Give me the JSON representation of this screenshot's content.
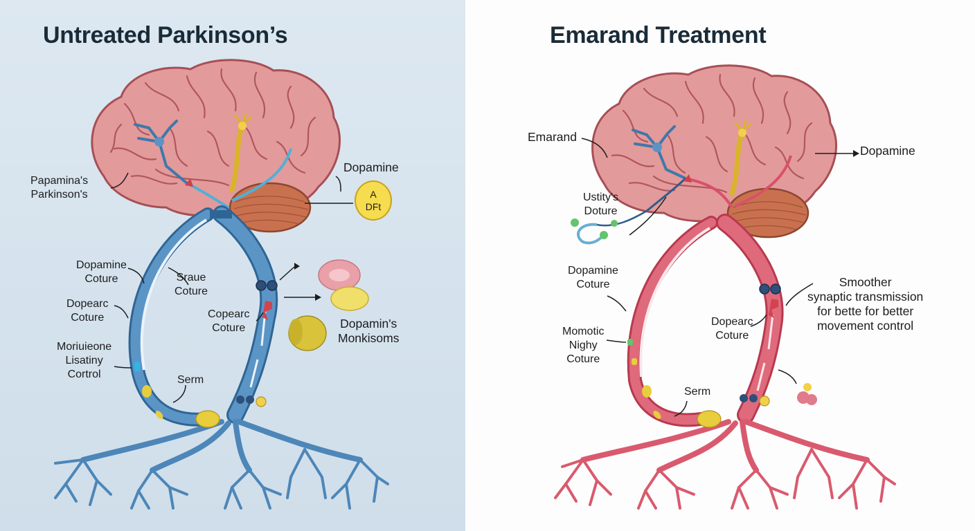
{
  "left_panel": {
    "title": "Untreated Parkinson’s",
    "colors": {
      "background": "#d5e3ee",
      "pathway": "#4d86b8",
      "brain": "#e39a9b"
    },
    "labels": {
      "papamina_line1": "Papamina's",
      "papamina_line2": "Parkinson's",
      "dopamine": "Dopamine",
      "badge_line1": "A",
      "badge_line2": "DFt",
      "dopamine_coture_line1": "Dopamine",
      "dopamine_coture_line2": "Coture",
      "sraue_line1": "Sraue",
      "sraue_line2": "Coture",
      "dopearc_line1": "Dopearc",
      "dopearc_line2": "Coture",
      "copearc_line1": "Copearc",
      "copearc_line2": "Coture",
      "dopamins_line1": "Dopamin's",
      "dopamins_line2": "Monkisoms",
      "moriuieone_line1": "Moriuieone",
      "moriuieone_line2": "Lisatiny",
      "moriuieone_line3": "Cortrol",
      "serm": "Serm"
    }
  },
  "right_panel": {
    "title": "Emarand Treatment",
    "colors": {
      "background": "#fdfdfd",
      "pathway": "#d95a6e",
      "brain": "#e39a9b"
    },
    "labels": {
      "emarand": "Emarand",
      "dopamine": "Dopamine",
      "ustity_line1": "Ustity's",
      "ustity_line2": "Doture",
      "dopamine_coture_line1": "Dopamine",
      "dopamine_coture_line2": "Coture",
      "smoother_line1": "Smoother",
      "smoother_line2": "synaptic transmission",
      "smoother_line3": "for bette for better",
      "smoother_line4": "movement control",
      "dopearc_line1": "Dopearc",
      "dopearc_line2": "Coture",
      "momotic_line1": "Momotic",
      "momotic_line2": "Nighy",
      "momotic_line3": "Coture",
      "serm": "Serm"
    }
  }
}
